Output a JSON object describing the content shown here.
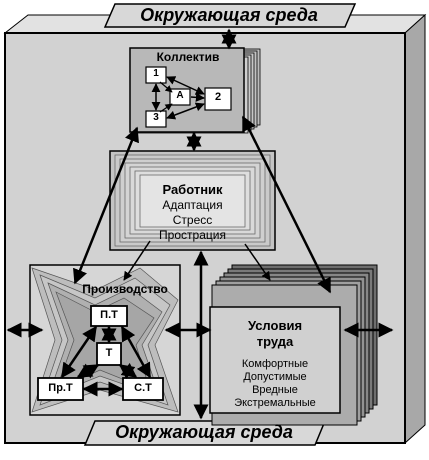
{
  "environment": {
    "top_label": "Окружающая среда",
    "bottom_label": "Окружающая среда"
  },
  "collective": {
    "title": "Коллектив",
    "members": [
      "1",
      "2",
      "3"
    ],
    "center": "А"
  },
  "worker": {
    "title": "Работник",
    "states": [
      "Адаптация",
      "Стресс",
      "Прострация"
    ]
  },
  "production": {
    "title": "Производство",
    "nodes": {
      "pt": "П.Т",
      "t": "Т",
      "prt": "Пр.Т",
      "st": "С.Т"
    }
  },
  "conditions": {
    "title_line1": "Условия",
    "title_line2": "труда",
    "levels": [
      "Комфортные",
      "Допустимые",
      "Вредные",
      "Экстремальные"
    ]
  },
  "colors": {
    "outer_box": "#c8c8c8",
    "side_panel": "#9a9a9a",
    "stack_dark": "#6e6e6e",
    "stack_light": "#bdbdbd"
  }
}
